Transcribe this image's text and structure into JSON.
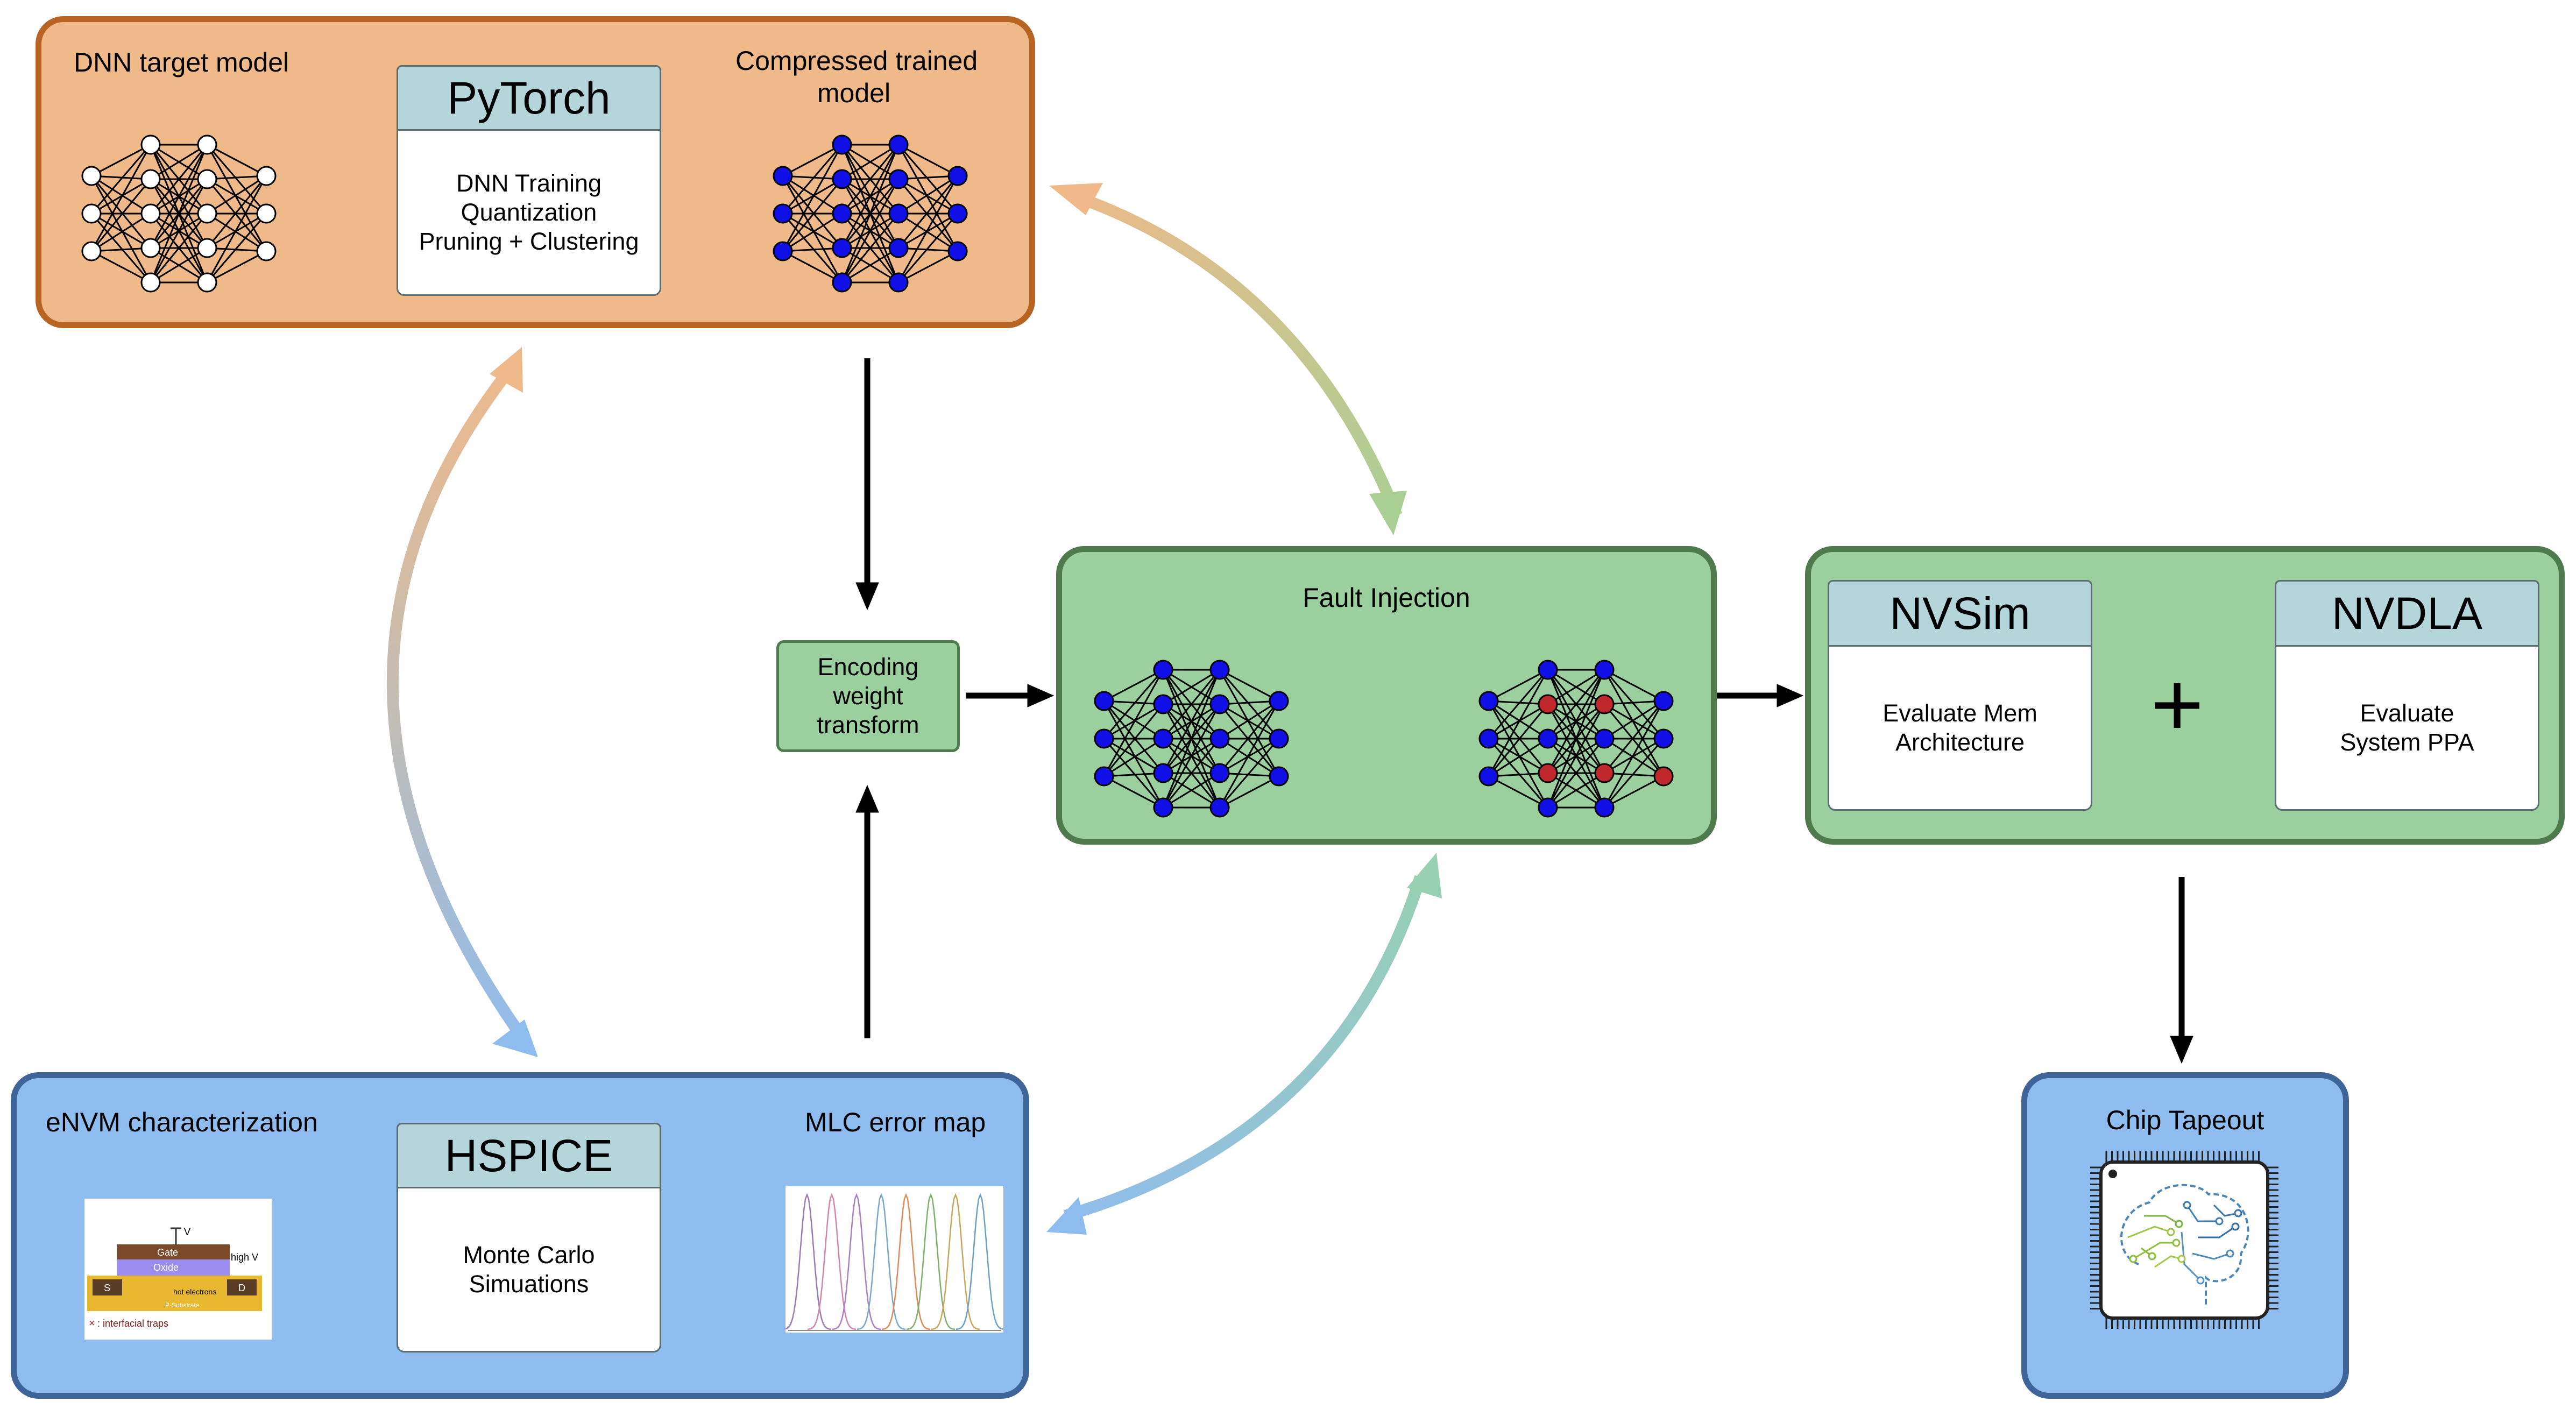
{
  "top_block": {
    "title_left": "DNN target model",
    "tool": "PyTorch",
    "steps": [
      "DNN Training",
      "Quantization",
      "Pruning + Clustering"
    ],
    "title_right_lines": [
      "Compressed trained",
      "model"
    ]
  },
  "encoding_box": {
    "lines": [
      "Encoding",
      "weight",
      "transform"
    ]
  },
  "fault_injection": {
    "title": "Fault Injection"
  },
  "evaluation_block": {
    "left_tool": "NVSim",
    "left_lines": [
      "Evaluate Mem",
      "Architecture"
    ],
    "plus": "+",
    "right_tool": "NVDLA",
    "right_lines": [
      "Evaluate",
      "System PPA"
    ]
  },
  "bottom_block": {
    "title_left": "eNVM characterization",
    "tool": "HSPICE",
    "steps": [
      "Monte Carlo",
      "Simuations"
    ],
    "title_right": "MLC error map"
  },
  "device_thumbnail": {
    "labels": [
      "V",
      "Gate",
      "Oxide",
      "high V",
      "S",
      "D",
      "hot electrons",
      "P-Substrate",
      ": interfacial traps"
    ]
  },
  "chip_block": {
    "title": "Chip Tapeout"
  },
  "colors": {
    "orange_fill": "#efb98a",
    "orange_border": "#b86523",
    "green_fill": "#9ccf9e",
    "green_border": "#4e7a4d",
    "blue_fill": "#8fbcee",
    "blue_border": "#3f6499",
    "neuron_blue": "#1010e6",
    "neuron_red": "#c0282b"
  },
  "icons": [
    "neural-network-icon",
    "chip-brain-icon",
    "device-cross-section-icon",
    "error-distribution-icon"
  ]
}
